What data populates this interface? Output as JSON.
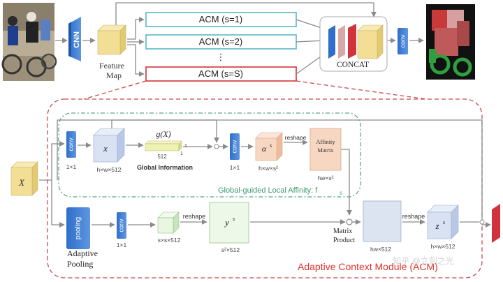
{
  "colors": {
    "conv_blue": "#4a86d8",
    "cube_yellow": "#f2df95",
    "acm_cyan_border": "#5ab8c8",
    "acm_red_border": "#d0343a",
    "dashed_red": "#c84a4a",
    "dashed_green": "#5aa88f",
    "arrow_gray": "#8a8a8a",
    "title_red": "#e0322a",
    "subtitle_green": "#3d9a6e",
    "cube_lightblue": "#d8e2f3",
    "cube_peach": "#f7d7c2",
    "cube_green": "#e8f6e2"
  },
  "top": {
    "cnn_label": "CNN",
    "feature_map_line1": "Feature",
    "feature_map_line2": "Map",
    "acm1": "ACM (s=1)",
    "acm2": "ACM (s=2)",
    "ellipsis": "⋮",
    "acmS": "ACM (s=S)",
    "concat": "CONCAT",
    "conv_label": "conv"
  },
  "module": {
    "x_input": "X",
    "conv_label": "conv",
    "conv1_dim": "1×1",
    "x_cube_label": "x",
    "x_dim": "h×w×512",
    "gx_label": "g(X)",
    "gx_dim_512": "512",
    "gx_dim_1a": "1",
    "gx_dim_1b": "1",
    "global_info": "Global Information",
    "conv2_dim": "1×1",
    "alpha_label": "α",
    "alpha_sup": "s",
    "alpha_dim": "h×w×s²",
    "reshape1": "reshape",
    "affinity_line1": "Affinity",
    "affinity_line2": "Matrix",
    "affinity_dim": "hw×s²",
    "global_guided_label": "Global-guided Local Affinity: f",
    "global_guided_sub": "s",
    "pooling_label": "pooling",
    "adaptive_line1": "Adaptive",
    "adaptive_line2": "Pooling",
    "conv3_dim": "1×1",
    "ss_dim": "s×s×512",
    "reshape2": "reshape",
    "y_label": "y",
    "y_sup": "s",
    "y_dim": "s²×512",
    "matrix_product_line1": "Matrix",
    "matrix_product_line2": "Product",
    "hw_dim": "hw×512",
    "reshape3": "reshape",
    "z_label": "z",
    "z_sup": "s",
    "z_dim": "h×w×512",
    "title": "Adaptive Context Module (ACM)",
    "watermark": "知乎 @立刻之光"
  }
}
